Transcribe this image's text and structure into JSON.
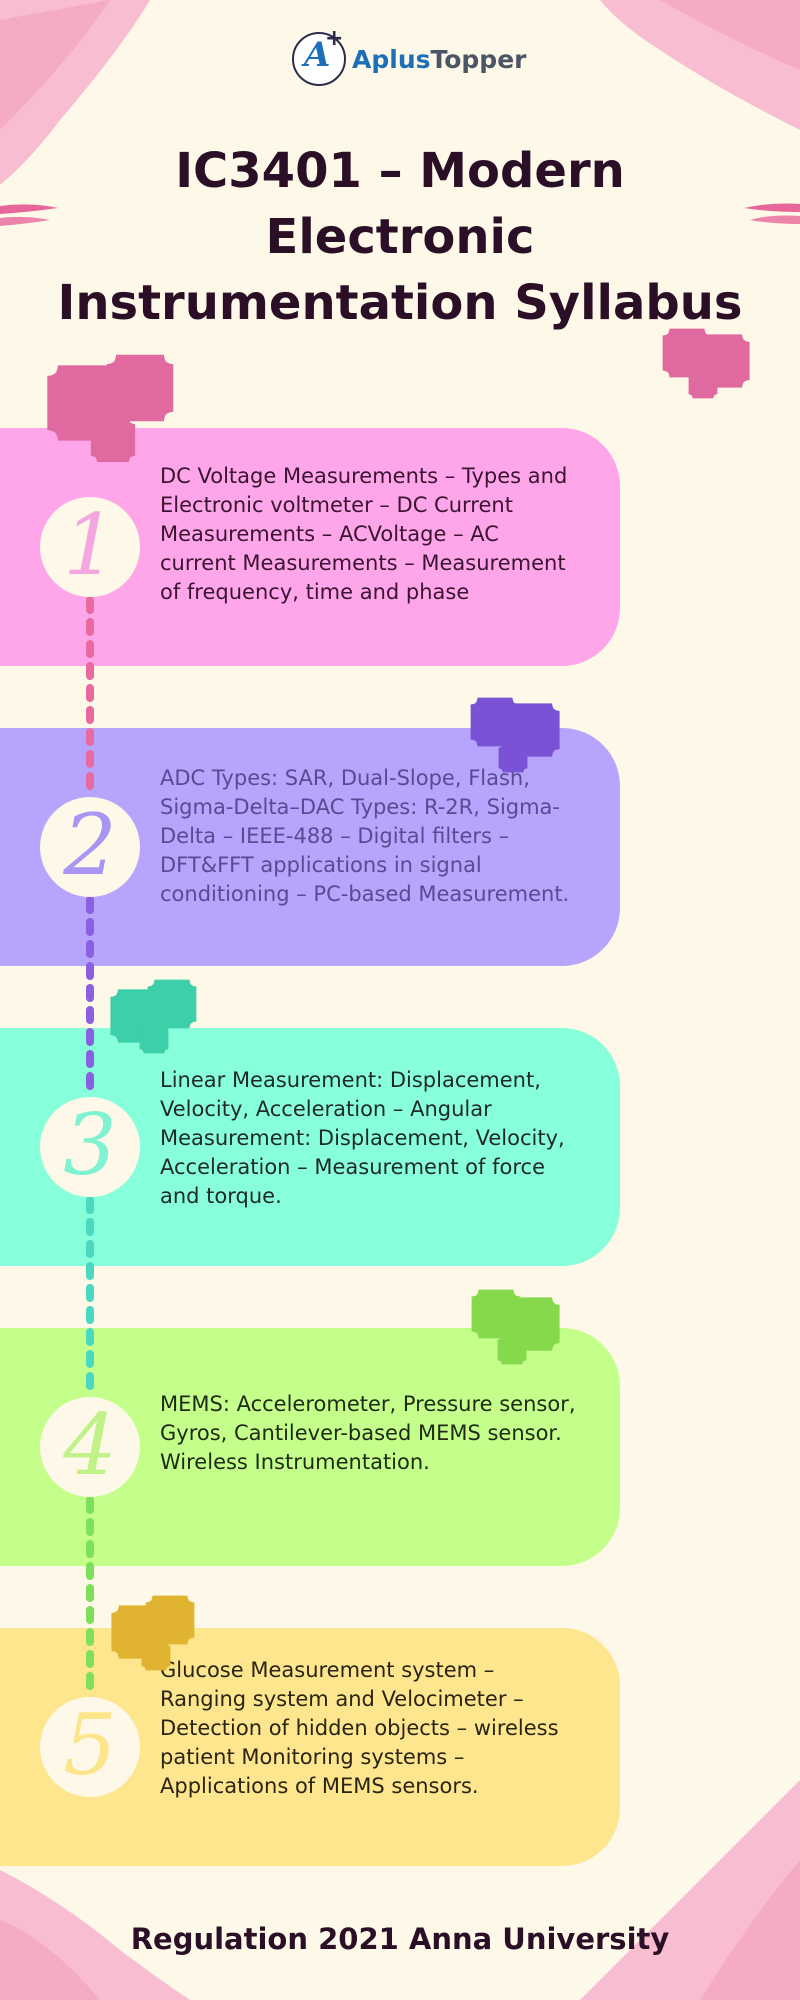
{
  "logo": {
    "badge_letter": "A",
    "badge_plus": "+",
    "brand_part1": "Aplus",
    "brand_part2": "Topper"
  },
  "title": "IC3401 – Modern Electronic Instrumentation Syllabus",
  "units": [
    {
      "number": "1",
      "text": "DC Voltage Measurements – Types and Electronic voltmeter – DC Current Measurements – ACVoltage – AC current Measurements – Measurement of frequency, time and phase",
      "card_color": "#ffa6ea",
      "numeral_color": "#f4a6e0",
      "text_color": "#3a1430"
    },
    {
      "number": "2",
      "text": "ADC Types: SAR, Dual-Slope, Flash, Sigma-Delta–DAC Types: R-2R, Sigma-Delta – IEEE-488 – Digital filters – DFT&FFT applications in signal conditioning – PC-based Measurement.",
      "card_color": "#b7a4fc",
      "numeral_color": "#a996f4",
      "text_color": "#5a4a93"
    },
    {
      "number": "3",
      "text": "Linear Measurement: Displacement, Velocity, Acceleration – Angular Measurement: Displacement, Velocity, Acceleration – Measurement of force and torque.",
      "card_color": "#87ffdb",
      "numeral_color": "#7ff2d2",
      "text_color": "#1f2a28"
    },
    {
      "number": "4",
      "text": "MEMS: Accelerometer, Pressure sensor, Gyros, Cantilever-based MEMS sensor. Wireless Instrumentation.",
      "card_color": "#c3ff8a",
      "numeral_color": "#c0f288",
      "text_color": "#1f2a14"
    },
    {
      "number": "5",
      "text": "Glucose Measurement system – Ranging system and Velocimeter – Detection of hidden objects – wireless patient Monitoring systems – Applications of MEMS sensors.",
      "card_color": "#fee68e",
      "numeral_color": "#fde58c",
      "text_color": "#2a2414"
    }
  ],
  "colors": {
    "background": "#fdf8e8",
    "heading": "#2a0f27",
    "brush": "#f5a3c2",
    "dash_segments": [
      "#e86a9e",
      "#8a5fe0",
      "#4ad8c0",
      "#7ee05a"
    ]
  },
  "footer": "Regulation 2021 Anna University"
}
